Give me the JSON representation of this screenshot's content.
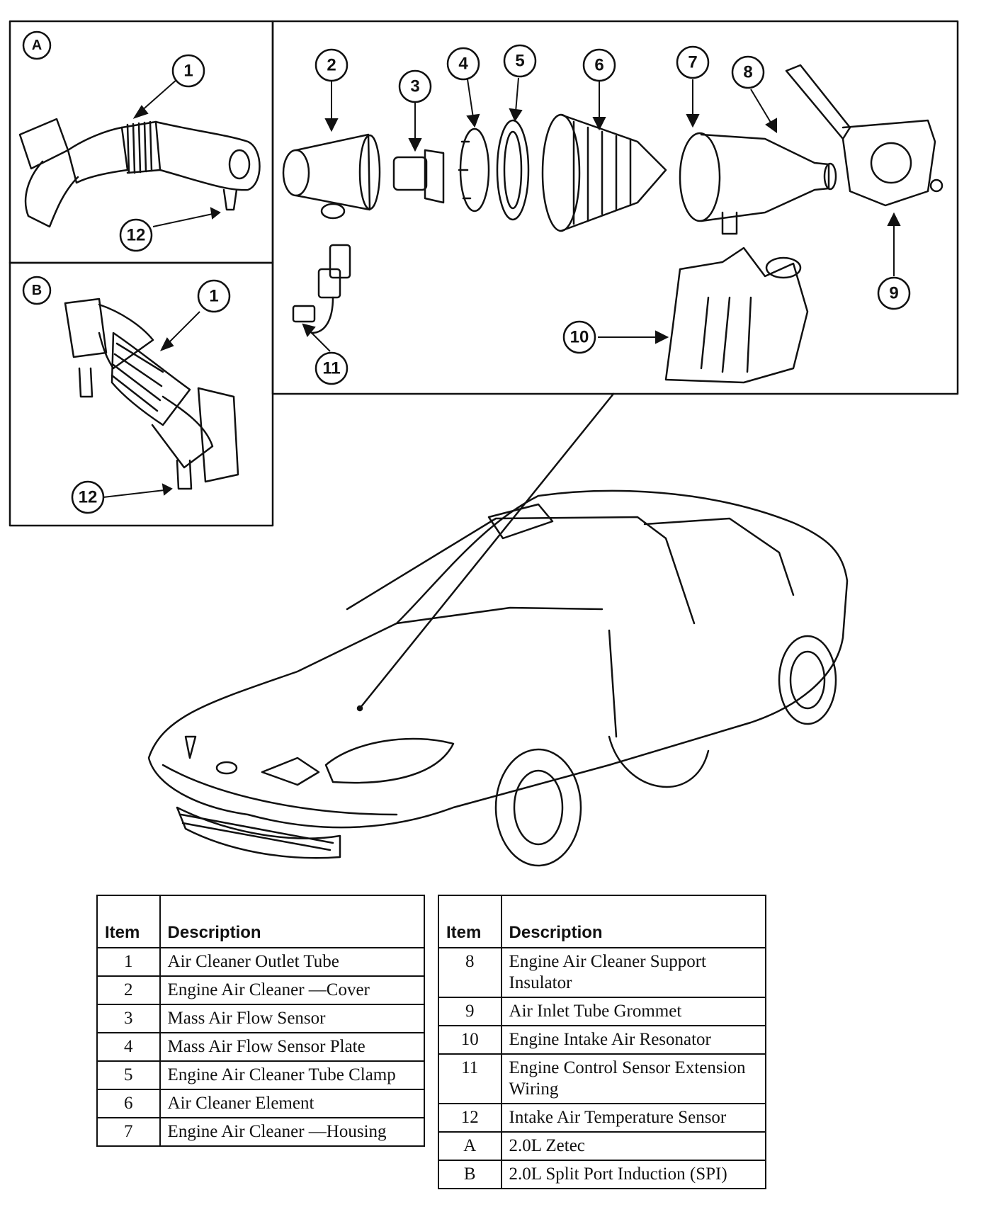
{
  "callouts": [
    "1",
    "2",
    "3",
    "4",
    "5",
    "6",
    "7",
    "8",
    "9",
    "10",
    "11",
    "12",
    "A",
    "B"
  ],
  "table_left": {
    "headers": {
      "item": "Item",
      "description": "Description"
    },
    "rows": [
      {
        "item": "1",
        "description": "Air Cleaner Outlet Tube"
      },
      {
        "item": "2",
        "description": "Engine Air Cleaner —Cover"
      },
      {
        "item": "3",
        "description": "Mass Air Flow Sensor"
      },
      {
        "item": "4",
        "description": "Mass Air Flow Sensor Plate"
      },
      {
        "item": "5",
        "description": "Engine Air Cleaner Tube Clamp"
      },
      {
        "item": "6",
        "description": "Air Cleaner Element"
      },
      {
        "item": "7",
        "description": "Engine Air Cleaner —Housing"
      }
    ]
  },
  "table_right": {
    "headers": {
      "item": "Item",
      "description": "Description"
    },
    "rows": [
      {
        "item": "8",
        "description": "Engine Air Cleaner Support Insulator"
      },
      {
        "item": "9",
        "description": "Air Inlet Tube Grommet"
      },
      {
        "item": "10",
        "description": "Engine Intake Air Resonator"
      },
      {
        "item": "11",
        "description": "Engine Control Sensor Extension Wiring"
      },
      {
        "item": "12",
        "description": "Intake Air Temperature Sensor"
      },
      {
        "item": "A",
        "description": "2.0L Zetec"
      },
      {
        "item": "B",
        "description": "2.0L Split Port Induction (SPI)"
      }
    ]
  }
}
